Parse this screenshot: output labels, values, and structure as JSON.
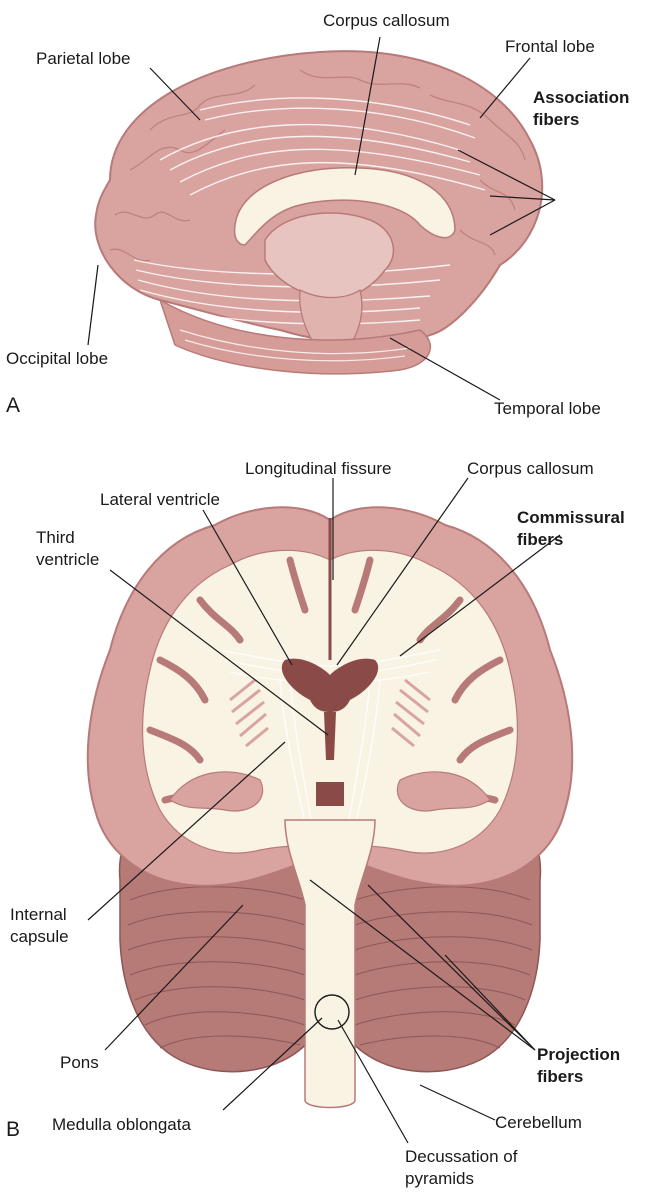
{
  "panel_a": {
    "letter": "A",
    "labels": {
      "corpus_callosum": "Corpus callosum",
      "parietal_lobe": "Parietal lobe",
      "frontal_lobe": "Frontal lobe",
      "association_fibers_1": "Association",
      "association_fibers_2": "fibers",
      "occipital_lobe": "Occipital lobe",
      "temporal_lobe": "Temporal lobe"
    }
  },
  "panel_b": {
    "letter": "B",
    "labels": {
      "longitudinal_fissure": "Longitudinal fissure",
      "corpus_callosum": "Corpus callosum",
      "lateral_ventricle": "Lateral ventricle",
      "commissural_fibers_1": "Commissural",
      "commissural_fibers_2": "fibers",
      "third_ventricle_1": "Third",
      "third_ventricle_2": "ventricle",
      "internal_capsule_1": "Internal",
      "internal_capsule_2": "capsule",
      "projection_fibers_1": "Projection",
      "projection_fibers_2": "fibers",
      "pons": "Pons",
      "cerebellum": "Cerebellum",
      "medulla_oblongata": "Medulla oblongata",
      "decussation_1": "Decussation of",
      "decussation_2": "pyramids"
    }
  },
  "colors": {
    "cortex": "#d9a3a0",
    "cortex_dark": "#b87a78",
    "white_matter": "#f8f3e3",
    "cerebellum": "#b67a77",
    "ventricle": "#8a4a48",
    "fibers": "#ffffff"
  }
}
